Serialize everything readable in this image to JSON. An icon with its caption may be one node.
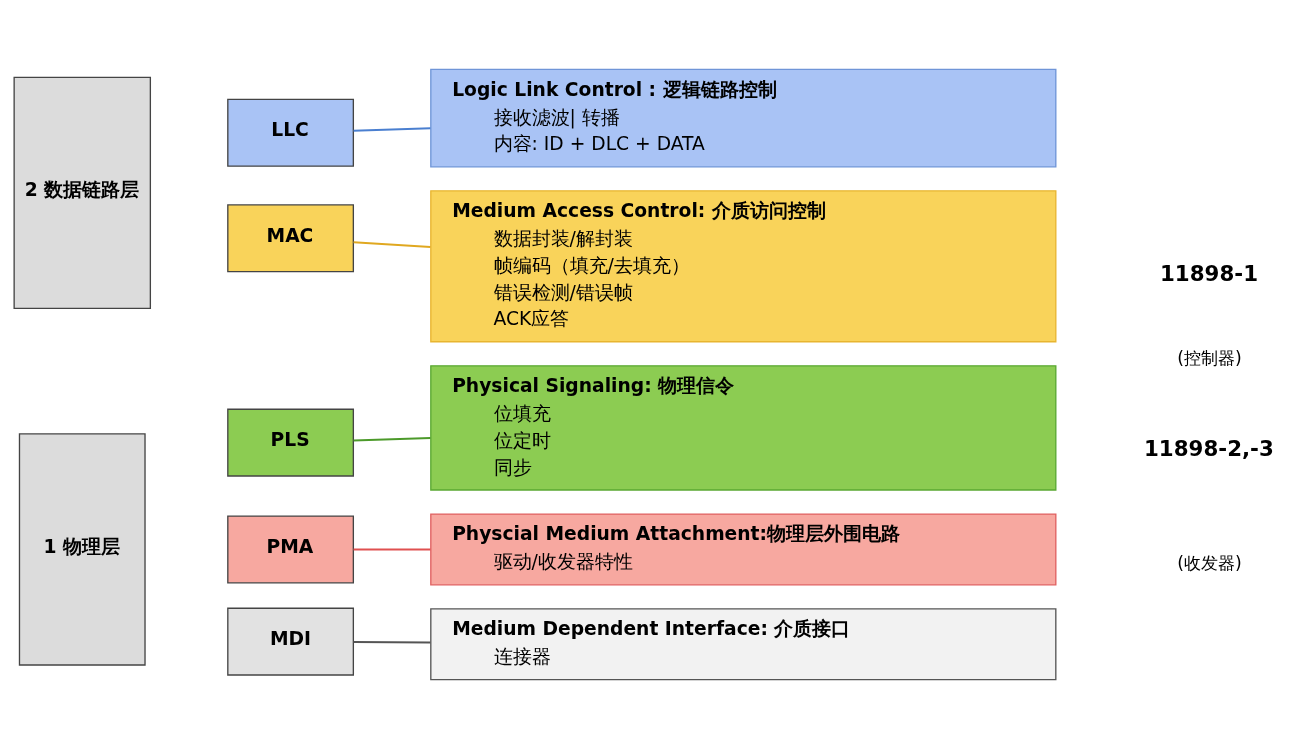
{
  "diagram": {
    "nodes": [
      {
        "text": [
          "2 数据链路层"
        ]
      },
      {
        "text": [
          "1 物理层"
        ]
      },
      {
        "text": [
          "LLC"
        ]
      },
      {
        "text": [
          "MAC"
        ]
      },
      {
        "text": [
          "PLS"
        ]
      },
      {
        "text": [
          "PMA"
        ]
      },
      {
        "text": [
          "MDI"
        ]
      },
      {
        "text": [
          "Logic Link Control : 逻辑链路控制",
          "接收滤波| 转播",
          "内容: ID + DLC + DATA"
        ]
      },
      {
        "text": [
          "Medium Access Control: 介质访问控制",
          "数据封装/解封装",
          "帧编码（填充/去填充）",
          "错误检测/错误帧",
          "ACK应答"
        ]
      },
      {
        "text": [
          "Physical Signaling: 物理信令",
          "位填充",
          "位定时",
          "同步"
        ]
      },
      {
        "text": [
          "Physcial Medium Attachment:物理层外围电路",
          "驱动/收发器特性"
        ]
      },
      {
        "text": [
          "Medium Dependent Interface: 介质接口",
          "连接器"
        ]
      }
    ],
    "edges": [
      {
        "from": 2,
        "to": 7,
        "arrow": "none",
        "color": "#4a7fd0"
      },
      {
        "from": 3,
        "to": 8,
        "arrow": "none",
        "color": "#e0a820"
      },
      {
        "from": 4,
        "to": 9,
        "arrow": "none",
        "color": "#4c9a2a"
      },
      {
        "from": 5,
        "to": 10,
        "arrow": "none",
        "color": "#e05050"
      },
      {
        "from": 6,
        "to": 11,
        "arrow": "none",
        "color": "#555555"
      }
    ],
    "labels": [
      "11898-1",
      "(控制器)",
      "11898-2,-3",
      "(收发器)"
    ]
  }
}
